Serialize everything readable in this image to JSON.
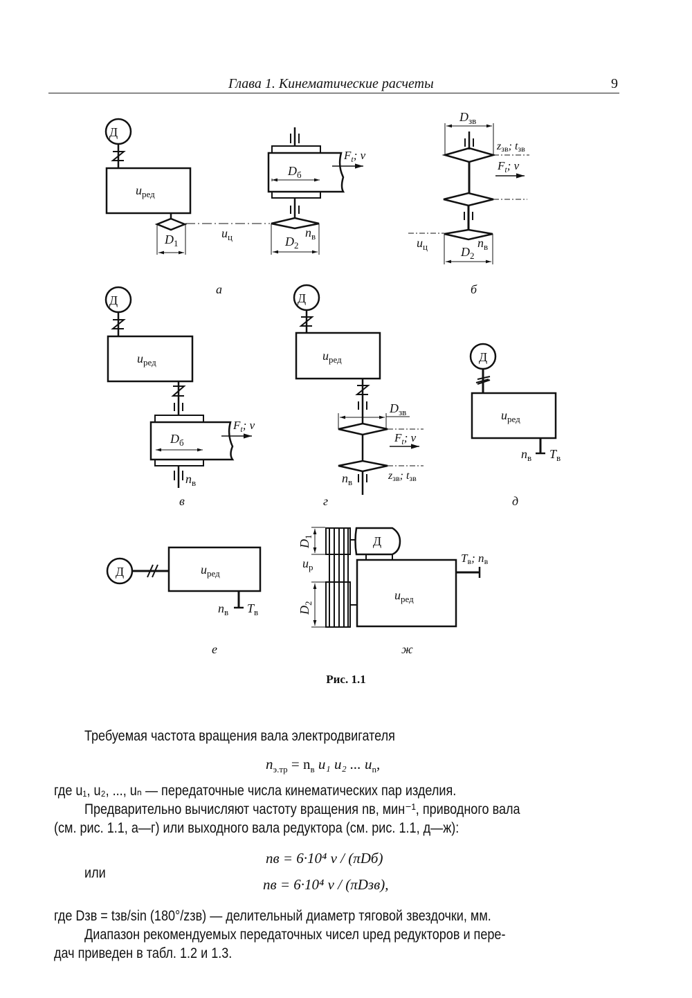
{
  "header": {
    "title": "Глава 1. Кинематические расчеты",
    "page_number": "9"
  },
  "figure": {
    "caption": "Рис. 1.1",
    "motor_label": "Д",
    "reducer_label": "u",
    "reducer_sub": "ред",
    "panels": {
      "a": {
        "letter": "а",
        "D1": "D",
        "D1_sub": "1",
        "D2": "D",
        "D2_sub": "2",
        "uc": "u",
        "uc_sub": "ц",
        "nv": "n",
        "nv_sub": "в",
        "Db": "D",
        "Db_sub": "б",
        "force": "F",
        "force_sub": "t",
        "force_tail": "; v"
      },
      "b": {
        "letter": "б",
        "Dzv": "D",
        "Dzv_sub": "зв",
        "zt": "z",
        "zt_sub1": "зв",
        "zt_mid": "; t",
        "zt_sub2": "зв",
        "force": "F",
        "force_sub": "t",
        "force_tail": "; v",
        "uc": "u",
        "uc_sub": "ц",
        "nv": "n",
        "nv_sub": "в",
        "D2": "D",
        "D2_sub": "2"
      },
      "v": {
        "letter": "в",
        "force": "F",
        "force_sub": "t",
        "force_tail": "; v",
        "Db": "D",
        "Db_sub": "б",
        "nv": "n",
        "nv_sub": "в"
      },
      "g": {
        "letter": "г",
        "Dzv": "D",
        "Dzv_sub": "зв",
        "force": "F",
        "force_sub": "t",
        "force_tail": "; v",
        "zt": "z",
        "zt_sub1": "зв",
        "zt_mid": "; t",
        "zt_sub2": "зв",
        "nv": "n",
        "nv_sub": "в"
      },
      "d": {
        "letter": "д",
        "nv": "n",
        "nv_sub": "в",
        "Tv": "T",
        "Tv_sub": "в"
      },
      "e": {
        "letter": "е",
        "nv": "n",
        "nv_sub": "в",
        "Tv": "T",
        "Tv_sub": "в"
      },
      "zh": {
        "letter": "ж",
        "D1": "D",
        "D1_sub": "1",
        "D2": "D",
        "D2_sub": "2",
        "up": "u",
        "up_sub": "р",
        "Tn": "T",
        "Tn_sub1": "в",
        "Tn_mid": "; n",
        "Tn_sub2": "в"
      }
    }
  },
  "body": {
    "p1": "Требуемая частота вращения вала электродвигателя",
    "f1": {
      "lhs": "n",
      "lhs_sub": "э.тр",
      "rhs": "= n",
      "rhs_sub": "в",
      "tail": " u₁ u₂ ... u",
      "tail_sub": "n",
      "end": ","
    },
    "p2": "где u₁, u₂, ..., uₙ — передаточные числа кинематических пар изделия.",
    "p3_line1": "Предварительно вычисляют частоту вращения nв, мин⁻¹, приводного вала",
    "p3_line2": "(см. рис. 1.1, а—г) или выходного вала редуктора (см. рис. 1.1, д—ж):",
    "f2": "nв = 6·10⁴ v / (πDб)",
    "or": "или",
    "f3": "nв = 6·10⁴ v / (πDзв),",
    "p4": "где Dзв = tзв/sin (180°/zзв) — делительный диаметр тяговой звездочки, мм.",
    "p5_line1": "Диапазон рекомендуемых передаточных чисел uред редукторов и пере-",
    "p5_line2": "дач приведен в табл. 1.2 и 1.3."
  }
}
